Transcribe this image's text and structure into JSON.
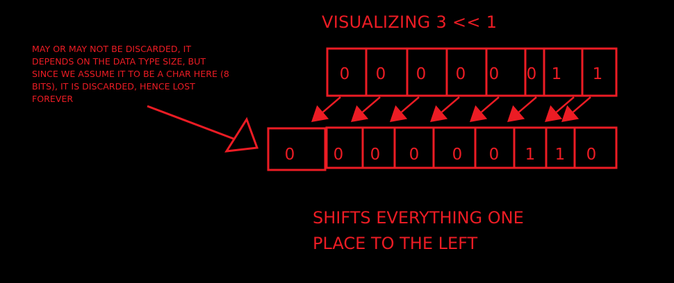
{
  "title": "VISUALIZING 3 << 1",
  "note_lines": [
    "MAY OR MAY NOT BE DISCARDED, IT",
    "DEPENDS ON THE DATA TYPE SIZE, BUT",
    "SINCE WE ASSUME IT TO BE A CHAR HERE (8",
    "BITS), IT IS DISCARDED, HENCE LOST",
    "FOREVER"
  ],
  "input_bits": [
    "0",
    "0",
    "0",
    "0",
    "0",
    "0",
    "1",
    "1"
  ],
  "output_bits": [
    "0",
    "0",
    "0",
    "0",
    "0",
    "0",
    "1",
    "1",
    "0"
  ],
  "caption_lines": [
    "SHIFTS EVERYTHING ONE",
    "PLACE TO THE LEFT"
  ],
  "colors": {
    "accent": "#ec1c24",
    "background": "#000000"
  }
}
